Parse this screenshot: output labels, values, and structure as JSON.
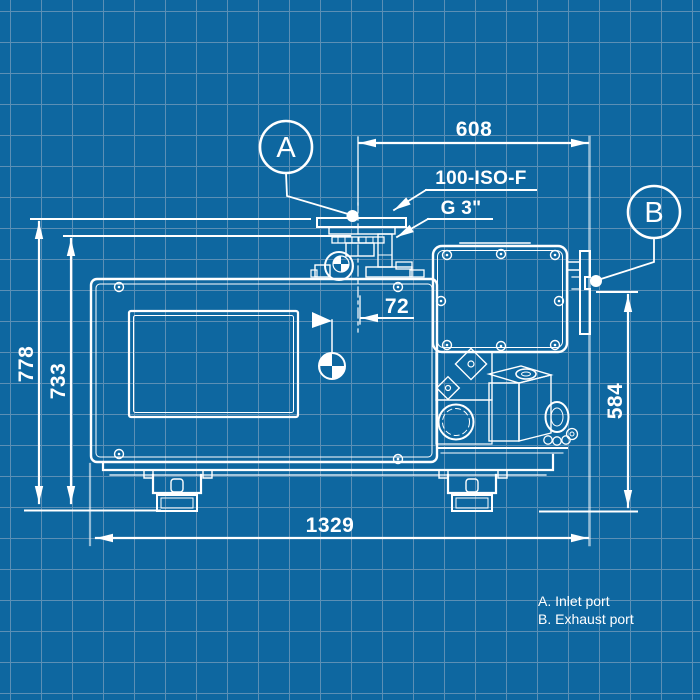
{
  "drawing": {
    "description": "Blueprint side-view of a rotary vane vacuum pump with dimension callouts",
    "callout_a": "A",
    "callout_b": "B",
    "legend": [
      "A. Inlet port",
      "B. Exhaust port"
    ]
  },
  "dimensions": {
    "top_span": "608",
    "inlet_offset": "72",
    "overall_height": "778",
    "flange_height": "733",
    "exhaust_height": "584",
    "overall_length": "1329"
  },
  "labels": {
    "inlet_flange": "100-ISO-F",
    "inlet_thread": "G 3\""
  },
  "colors": {
    "background": "#0e67a0",
    "grid": "#5b8fb5",
    "line": "#ffffff"
  }
}
